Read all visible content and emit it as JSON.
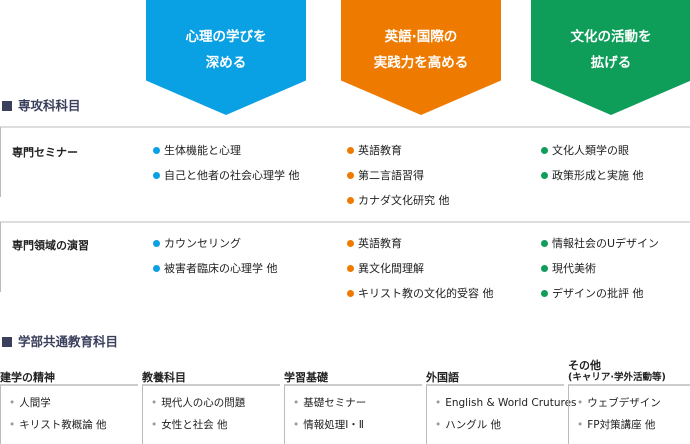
{
  "arrows": [
    {
      "line1": "心理の学びを",
      "line2": "深める",
      "color": "#0aa0e4"
    },
    {
      "line1": "英語·国際の",
      "line2": "実践力を高める",
      "color": "#ee7a00"
    },
    {
      "line1": "文化の活動を",
      "line2": "拡げる",
      "color": "#0f9d5a"
    }
  ],
  "major": {
    "heading": "専攻科科目",
    "rows": [
      {
        "label": "専門セミナー",
        "cols": [
          [
            "生体機能と心理",
            "自己と他者の社会心理学 他"
          ],
          [
            "英語教育",
            "第二言語習得",
            "カナダ文化研究 他"
          ],
          [
            "文化人類学の眼",
            "政策形成と実施 他"
          ]
        ]
      },
      {
        "label": "専門領域の演習",
        "cols": [
          [
            "カウンセリング",
            "被害者臨床の心理学 他"
          ],
          [
            "英語教育",
            "異文化間理解",
            "キリスト教の文化的受容 他"
          ],
          [
            "情報社会のUデザイン",
            "現代美術",
            "デザインの批評 他"
          ]
        ]
      }
    ]
  },
  "common": {
    "heading": "学部共通教育科目",
    "groups": [
      {
        "title": "建学の精神",
        "sub": "",
        "items": [
          "人間学",
          "キリスト教概論 他"
        ]
      },
      {
        "title": "教養科目",
        "sub": "",
        "items": [
          "現代人の心の問題",
          "女性と社会 他"
        ]
      },
      {
        "title": "学習基礎",
        "sub": "",
        "items": [
          "基礎セミナー",
          "情報処理Ⅰ・Ⅱ"
        ]
      },
      {
        "title": "外国語",
        "sub": "",
        "items": [
          "English & World Crutures",
          "ハングル 他"
        ]
      },
      {
        "title": "その他",
        "sub": "(キャリア·学外活動等)",
        "items": [
          "ウェブデザイン",
          "FP対策講座 他"
        ]
      }
    ]
  }
}
